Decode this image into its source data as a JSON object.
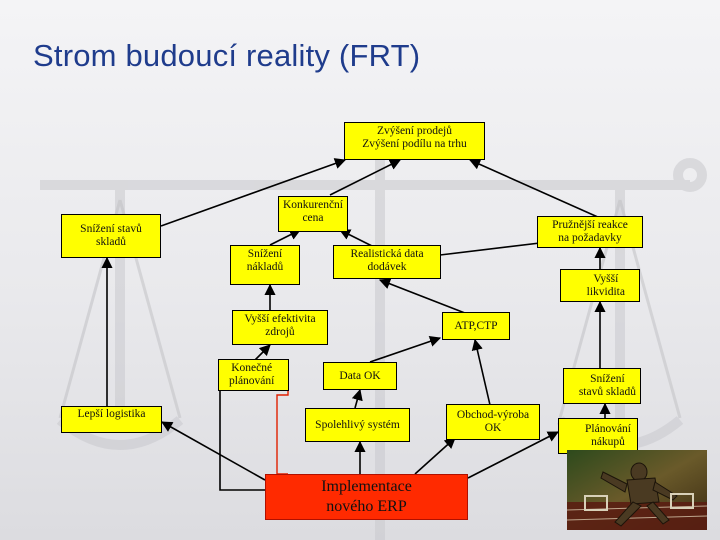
{
  "title": "Strom budoucí reality (FRT)",
  "colors": {
    "node": "#ffff00",
    "root": "#ff2a00",
    "title": "#1f3c8c",
    "red_line": "#e02000"
  },
  "nodes": {
    "zvyseni_prodeju": "Zvýšení prodejů\nZvýšení podílu na trhu",
    "snizeni_stavu_skladu_left": "Snížení stavů\nskladů",
    "konkurencni_cena": "Konkurenční\ncena",
    "pruznejsi_reakce": "Pružnější reakce\nna požadavky",
    "snizeni_nakladu": "Snížení\nnákladů",
    "realisticka_data": "Realistická data\ndodávek",
    "vyssi_likvidita": "Vyšší\nlikvidita",
    "vyssi_efektivita": "Vyšší efektivita\nzdrojů",
    "atp_ctp": "ATP,CTP",
    "konecne_planovani": "Konečné\nplánování",
    "data_ok": "Data OK",
    "snizeni_stavu_skladu_right": "Snížení\nstavů skladů",
    "lepsi_logistika": "Lepší logistika",
    "spolehlivy_system": "Spolehlivý systém",
    "obchod_vyroba": "Obchod-výroba\nOK",
    "planovani_nakupu": "Plánování\nnákupů",
    "implementace": "Implementace\nnového ERP"
  }
}
